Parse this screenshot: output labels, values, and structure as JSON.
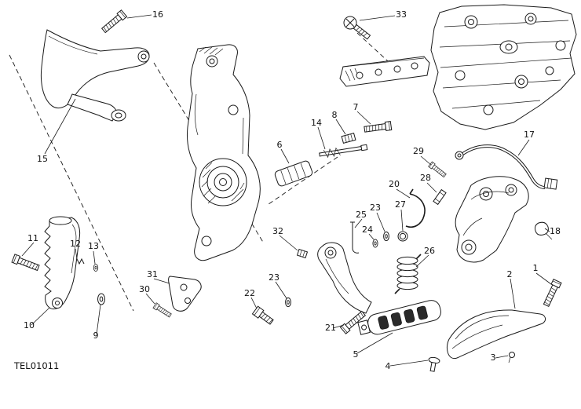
{
  "diagram": {
    "code": "TEL01011",
    "callouts": {
      "c1": "1",
      "c2": "2",
      "c3": "3",
      "c4": "4",
      "c5": "5",
      "c6": "6",
      "c7": "7",
      "c8": "8",
      "c9": "9",
      "c10": "10",
      "c11": "11",
      "c12": "12",
      "c13": "13",
      "c14": "14",
      "c15": "15",
      "c16": "16",
      "c17": "17",
      "c18": "18",
      "c20": "20",
      "c21": "21",
      "c22": "22",
      "c23a": "23",
      "c23b": "23",
      "c24": "24",
      "c25": "25",
      "c26": "26",
      "c27": "27",
      "c28": "28",
      "c29": "29",
      "c30": "30",
      "c31": "31",
      "c32": "32",
      "c33": "33"
    },
    "colors": {
      "line_color": "#1a1a1a",
      "background": "#ffffff",
      "tread_fill": "#2a2a2a"
    }
  }
}
